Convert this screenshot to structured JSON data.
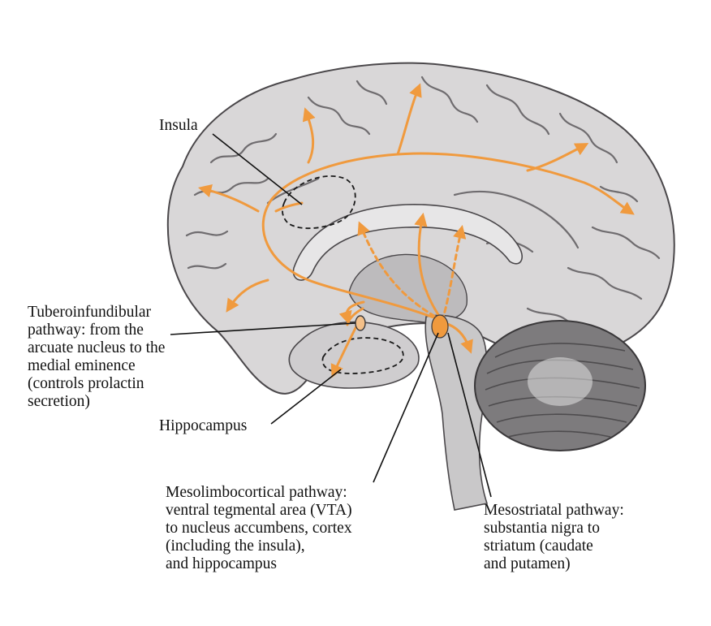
{
  "labels": {
    "insula": "Insula",
    "tuberoinfundibular": [
      "Tuberoinfundibular",
      "pathway: from the",
      "arcuate nucleus to the",
      "medial eminence",
      "(controls prolactin",
      "secretion)"
    ],
    "hippocampus": "Hippocampus",
    "mesolimbocortical": [
      "Mesolimbocortical pathway:",
      "ventral tegmental area (VTA)",
      "to nucleus accumbens, cortex",
      "(including the insula),",
      "and hippocampus"
    ],
    "mesostriatal": [
      "Mesostriatal pathway:",
      "substantia nigra to",
      "striatum (caudate",
      "and putamen)"
    ]
  },
  "colors": {
    "pathway": "#f09a3e",
    "cortex": "#d9d7d8",
    "sulcus": "#6f6c6f",
    "brainstem": "#c9c8c9",
    "cerebellum": "#7d7b7d",
    "line": "#111111"
  }
}
